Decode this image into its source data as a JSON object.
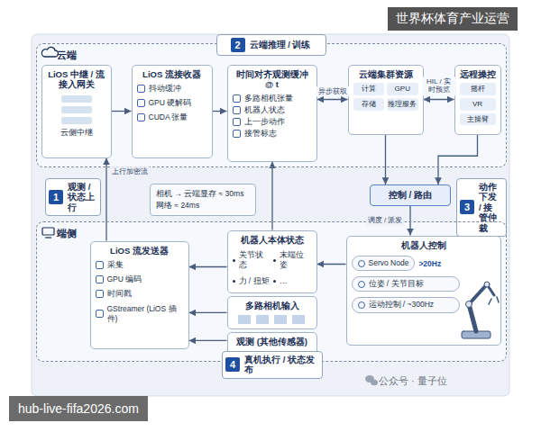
{
  "diagram": {
    "nodes": [
      {
        "text": [
          "云端"
        ]
      },
      {
        "text": [
          "2",
          "云端推理 / 训练"
        ]
      },
      {
        "text": [
          "LiOS 中继 / 流接入网关",
          "云侧中继"
        ],
        "in": 0
      },
      {
        "text": [
          "LiOS 流接收器",
          "抖动缓冲",
          "GPU 硬解码",
          "CUDA 张量"
        ],
        "in": 0
      },
      {
        "text": [
          "时间对齐观测缓冲 @ t",
          "多路相机张量",
          "机器人状态",
          "上一步动作",
          "接管标志"
        ],
        "in": 0
      },
      {
        "text": [
          "云端集群资源",
          "计算",
          "GPU",
          "存储",
          "推理服务"
        ],
        "in": 0
      },
      {
        "text": [
          "远程操控",
          "摇杆",
          "VR",
          "主操臂"
        ],
        "in": 0
      },
      {
        "text": [
          "1",
          "观测 / 状态上行"
        ]
      },
      {
        "text": [
          "相机 → 云端显存 ≈ 30ms",
          "网络 ≈ 24ms"
        ]
      },
      {
        "text": [
          "控制 / 路由"
        ]
      },
      {
        "text": [
          "3",
          "动作下发 / 接管仲裁"
        ]
      },
      {
        "text": [
          "端侧"
        ]
      },
      {
        "text": [
          "LiOS 流发送器",
          "采集",
          "GPU 编码",
          "时间戳",
          "GStreamer (LiOS 插件)"
        ],
        "in": 11
      },
      {
        "text": [
          "机器人本体状态",
          "关节状态",
          "末端位姿",
          "力 / 扭矩",
          "…"
        ],
        "in": 11
      },
      {
        "text": [
          "多路相机输入"
        ],
        "in": 11
      },
      {
        "text": [
          "观测 (其他传感器)"
        ],
        "in": 11
      },
      {
        "text": [
          "机器人控制",
          "Servo Node",
          ">20Hz",
          "位姿 / 关节目标",
          "运动控制 / ~300Hz"
        ],
        "in": 11
      },
      {
        "text": [
          "4",
          "真机执行 / 状态发布"
        ]
      }
    ],
    "edges": [
      {
        "from": 2,
        "to": 3,
        "arrow": "to"
      },
      {
        "from": 3,
        "to": 4,
        "arrow": "to"
      },
      {
        "from": 4,
        "to": 5,
        "label": "异步获取",
        "arrow": "both"
      },
      {
        "from": 5,
        "to": 6,
        "label": "HIL / 实时预览",
        "arrow": "both"
      },
      {
        "from": 5,
        "to": 9,
        "arrow": "to"
      },
      {
        "from": 6,
        "to": 9,
        "arrow": "to"
      },
      {
        "from": 9,
        "to": 16,
        "label": "调度 / 派发",
        "arrow": "to"
      },
      {
        "from": 12,
        "to": 2,
        "label": "上行加密流",
        "arrow": "to"
      },
      {
        "from": 16,
        "to": 13,
        "arrow": "to"
      },
      {
        "from": 13,
        "to": 12,
        "arrow": "to"
      },
      {
        "from": 14,
        "to": 12,
        "arrow": "to"
      },
      {
        "from": 15,
        "to": 12,
        "arrow": "to"
      },
      {
        "from": 13,
        "to": 4,
        "arrow": "to"
      }
    ],
    "labels": [
      "世界杯体育产业运营",
      "hub-live-fifa2026.com",
      "公众号 · 量子位"
    ]
  }
}
